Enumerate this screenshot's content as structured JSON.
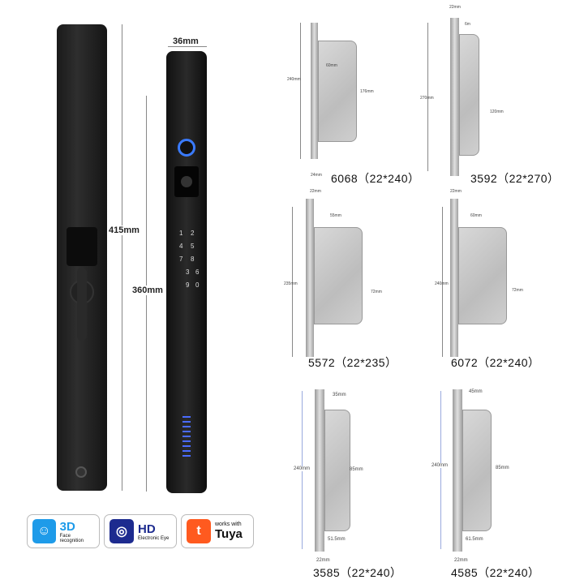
{
  "main_lock": {
    "height_total": "415mm",
    "height_inner": "360mm",
    "width": "36mm",
    "keypad": [
      "1",
      "2",
      "3",
      "4",
      "5",
      "6",
      "7",
      "8",
      "9",
      "0"
    ]
  },
  "mortise_locks": [
    {
      "model": "6068（22*240）",
      "dims": [
        "240mm",
        "60mm",
        "176mm",
        "24mm"
      ]
    },
    {
      "model": "3592（22*270）",
      "dims": [
        "22mm",
        "270mm",
        "120mm",
        "6m"
      ]
    },
    {
      "model": "5572（22*235）",
      "dims": [
        "22mm",
        "55mm",
        "235mm",
        "72mm"
      ]
    },
    {
      "model": "6072（22*240）",
      "dims": [
        "22mm",
        "60mm",
        "240mm",
        "72mm"
      ]
    },
    {
      "model": "3585（22*240）",
      "dims": [
        "35mm",
        "240mm",
        "85mm",
        "51.5mm",
        "22mm"
      ]
    },
    {
      "model": "4585（22*240）",
      "dims": [
        "45mm",
        "240mm",
        "85mm",
        "61.5mm",
        "22mm"
      ]
    }
  ],
  "badges": [
    {
      "title": "3D",
      "subtitle": "Face recognition",
      "color": "#1e9be9"
    },
    {
      "title": "HD",
      "subtitle": "Electronic Eye",
      "color": "#1d2b8f"
    },
    {
      "title": "Tuya",
      "subtitle": "works with",
      "color": "#ff5a1f"
    }
  ]
}
